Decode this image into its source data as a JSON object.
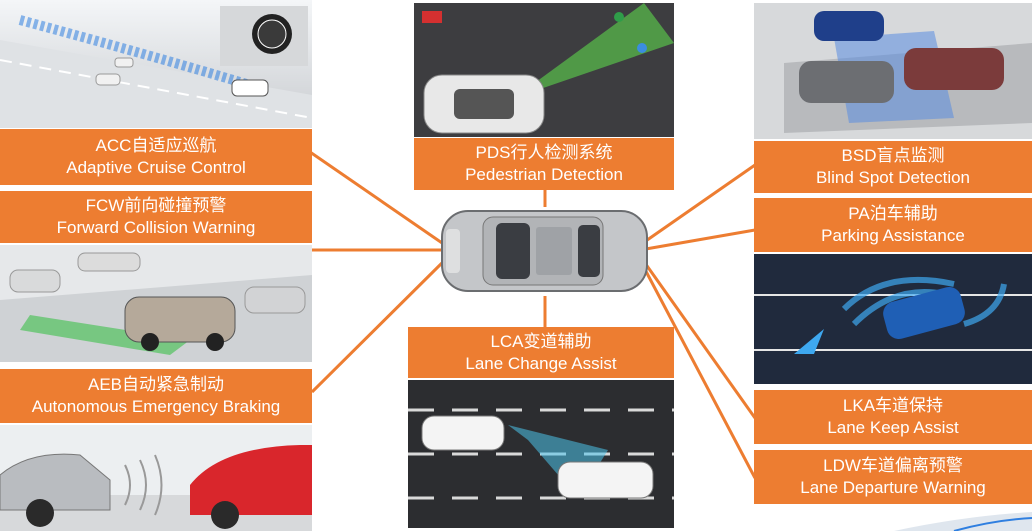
{
  "features": [
    {
      "key": "acc",
      "cn": "ACC自适应巡航",
      "en": "Adaptive Cruise Control"
    },
    {
      "key": "fcw",
      "cn": "FCW前向碰撞预警",
      "en": "Forward Collision Warning"
    },
    {
      "key": "aeb",
      "cn": "AEB自动紧急制动",
      "en": "Autonomous Emergency Braking"
    },
    {
      "key": "pds",
      "cn": "PDS行人检测系统",
      "en": "Pedestrian Detection"
    },
    {
      "key": "lca",
      "cn": "LCA变道辅助",
      "en": "Lane Change Assist"
    },
    {
      "key": "bsd",
      "cn": "BSD盲点监测",
      "en": "Blind Spot Detection"
    },
    {
      "key": "pa",
      "cn": "PA泊车辅助",
      "en": "Parking Assistance"
    },
    {
      "key": "lka",
      "cn": "LKA车道保持",
      "en": "Lane Keep Assist"
    },
    {
      "key": "ldw",
      "cn": "LDW车道偏离预警",
      "en": "Lane Departure Warning"
    }
  ],
  "colors": {
    "label_bg": "#ed7d31",
    "label_text": "#ffffff",
    "connector": "#ed7d31"
  },
  "icons": {
    "center": "suv-top-view-icon"
  }
}
